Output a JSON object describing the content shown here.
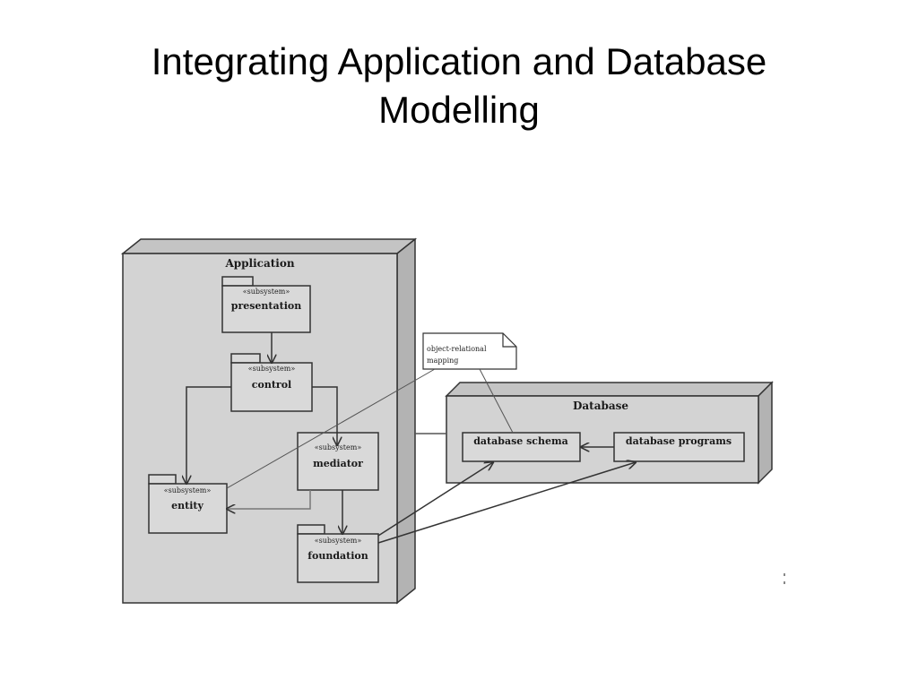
{
  "slide": {
    "title_line1": "Integrating Application and Database",
    "title_line2": "Modelling"
  },
  "colors": {
    "node_fill": "#d3d3d3",
    "node_top": "#c4c4c4",
    "node_side": "#b3b3b3",
    "border": "#333333",
    "package_fill": "#d9d9d9"
  },
  "diagram": {
    "application_node": {
      "label": "Application"
    },
    "database_node": {
      "label": "Database"
    },
    "packages": {
      "presentation": {
        "stereotype": "«subsystem»",
        "name": "presentation"
      },
      "control": {
        "stereotype": "«subsystem»",
        "name": "control"
      },
      "mediator": {
        "stereotype": "«subsystem»",
        "name": "mediator"
      },
      "entity": {
        "stereotype": "«subsystem»",
        "name": "entity"
      },
      "foundation": {
        "stereotype": "«subsystem»",
        "name": "foundation"
      }
    },
    "database_components": {
      "schema": {
        "name": "database schema"
      },
      "programs": {
        "name": "database programs"
      }
    },
    "note": {
      "line1": "object-relational",
      "line2": "mapping"
    }
  }
}
